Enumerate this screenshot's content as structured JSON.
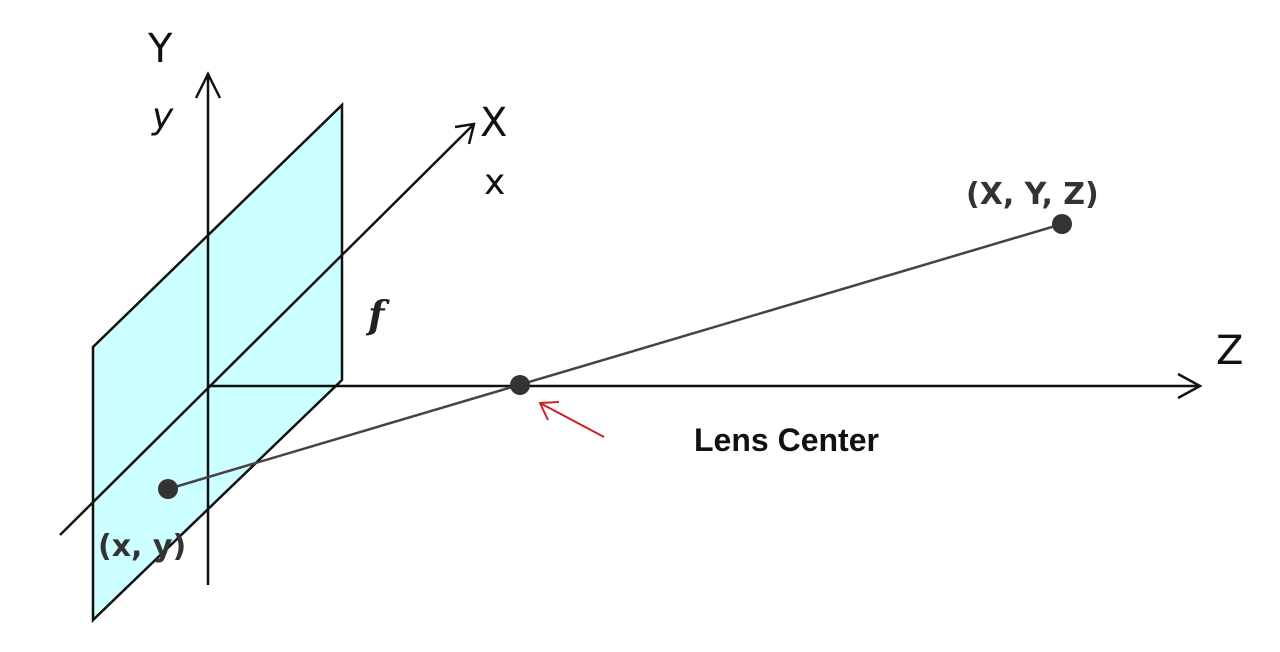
{
  "labels": {
    "y_world": "Y",
    "y_image": "y",
    "x_world": "X",
    "x_image": "x",
    "z_axis": "Z",
    "focal_length": "f",
    "world_point": "(X, Y, Z)",
    "image_point": "(x, y)",
    "lens_center": "Lens Center"
  },
  "colors": {
    "image_plane_fill": "#ccffff",
    "line": "#111111",
    "projection_ray": "#444444",
    "point": "#333333",
    "pointer_arrow": "#cc2222"
  }
}
